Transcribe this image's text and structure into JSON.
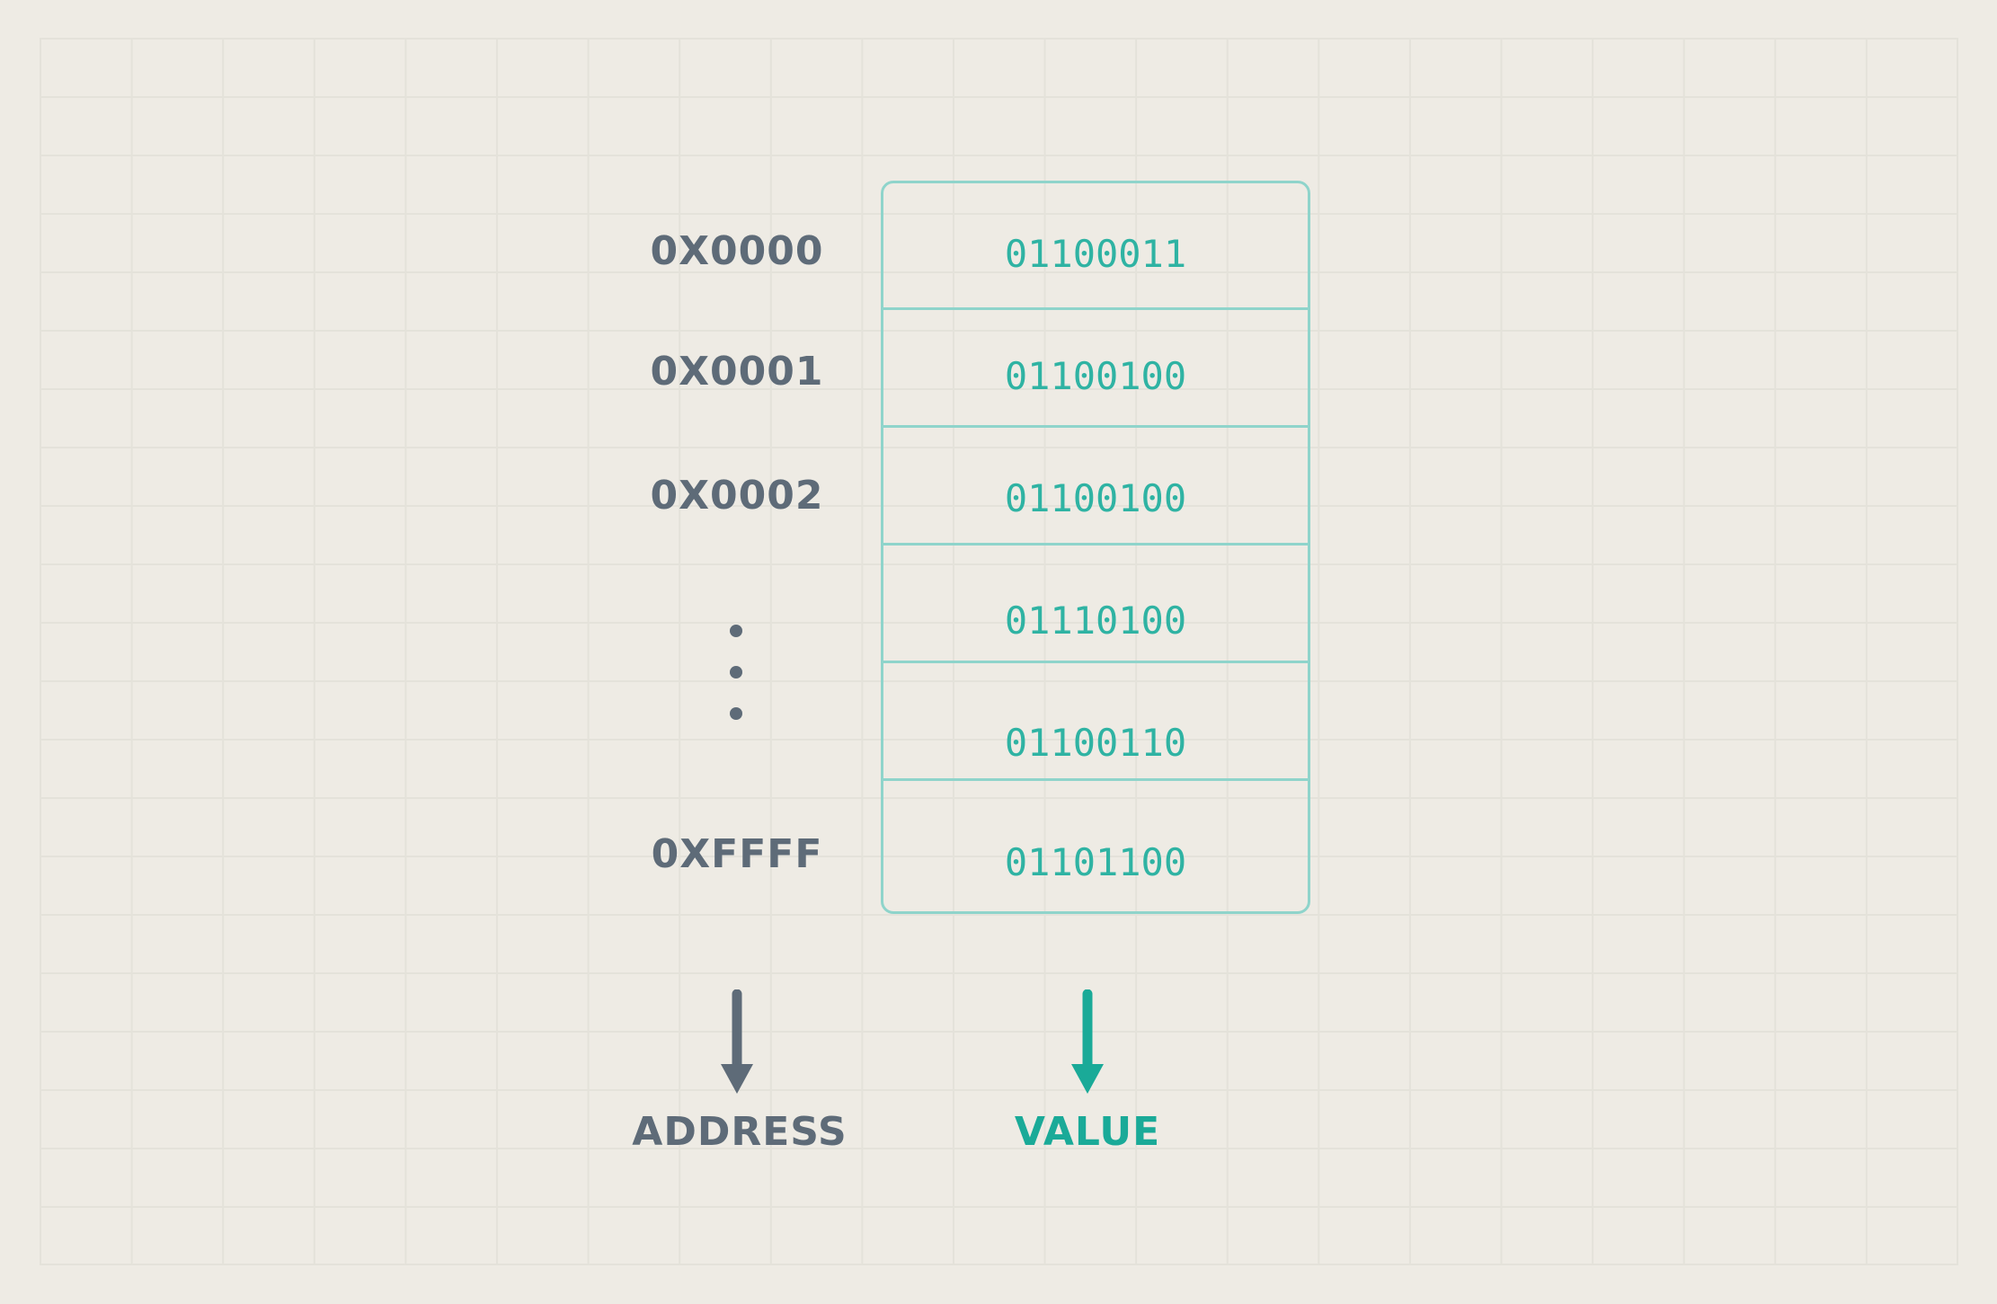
{
  "addresses": {
    "first": "0X0000",
    "second": "0X0001",
    "third": "0X0002",
    "last": "0XFFFF"
  },
  "values": [
    "01100011",
    "01100100",
    "01100100",
    "01110100",
    "01100110",
    "01101100"
  ],
  "legend": {
    "address": "ADDRESS",
    "value": "VALUE"
  },
  "colors": {
    "address": "#5e6b78",
    "value": "#1aaa98",
    "cell_border": "#8fd4cb",
    "background": "#eeebe4"
  },
  "icons": {
    "address_arrow": "arrow-down-icon",
    "value_arrow": "arrow-down-icon",
    "ellipsis": "vertical-ellipsis-icon"
  }
}
